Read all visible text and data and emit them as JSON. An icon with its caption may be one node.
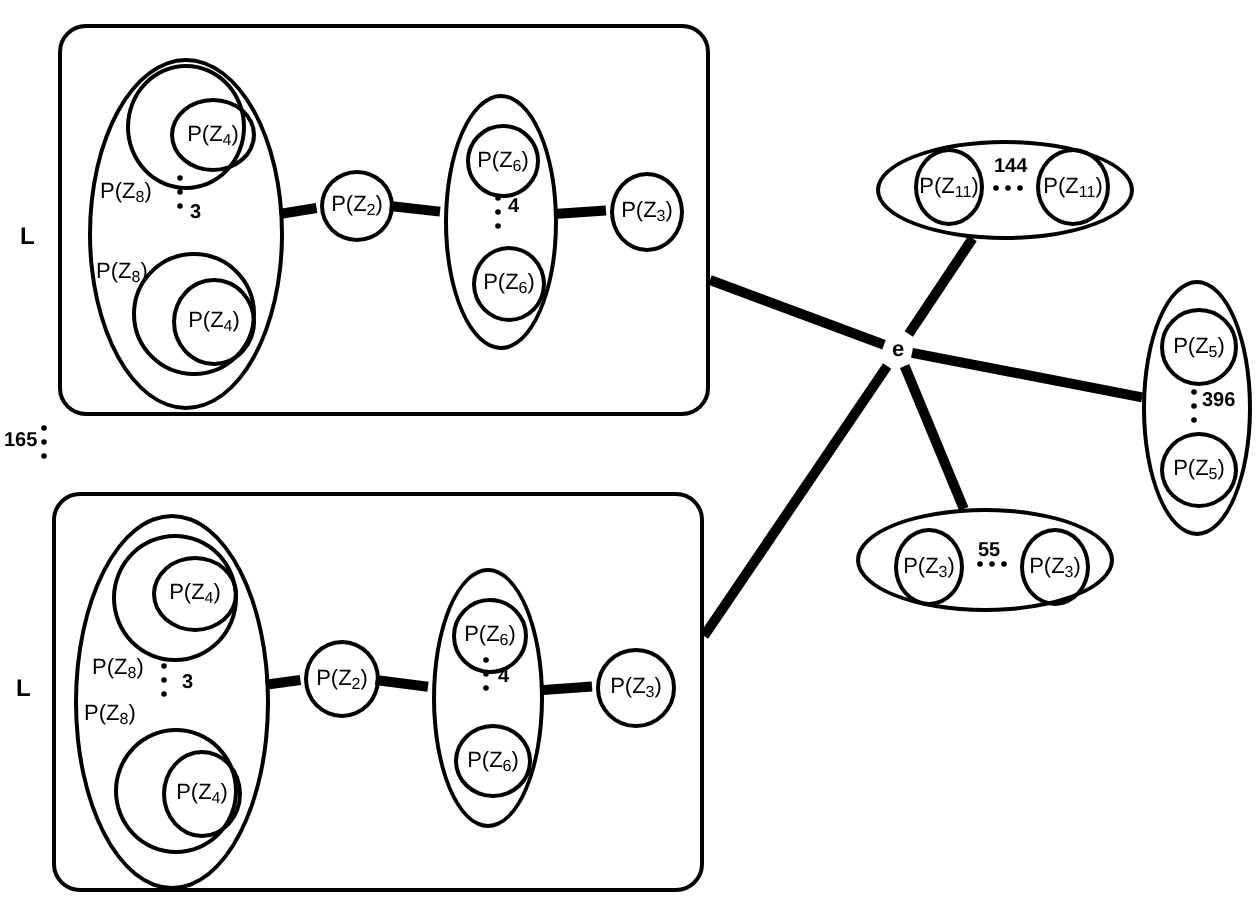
{
  "diagram": {
    "nodes": [
      {
        "text": [
          "L"
        ]
      },
      {
        "text": [],
        "shape": "ellipse",
        "in": 0
      },
      {
        "text": [
          "P(Z$_{8}$)"
        ],
        "in": 1
      },
      {
        "text": [
          "P(Z$_{4}$)"
        ],
        "in": 2
      },
      {
        "text": [
          "P(Z$_{8}$)"
        ],
        "in": 1
      },
      {
        "text": [
          "P(Z$_{4}$)"
        ],
        "in": 4
      },
      {
        "text": [
          "P(Z$_{2}$)"
        ],
        "in": 0
      },
      {
        "text": [],
        "shape": "ellipse",
        "in": 0
      },
      {
        "text": [
          "P(Z$_{6}$)"
        ],
        "in": 7
      },
      {
        "text": [
          "P(Z$_{6}$)"
        ],
        "in": 7
      },
      {
        "text": [
          "P(Z$_{3}$)"
        ],
        "in": 0
      },
      {
        "text": [
          "L"
        ]
      },
      {
        "text": [],
        "shape": "ellipse",
        "in": 11
      },
      {
        "text": [
          "P(Z$_{8}$)"
        ],
        "in": 12
      },
      {
        "text": [
          "P(Z$_{4}$)"
        ],
        "in": 13
      },
      {
        "text": [
          "P(Z$_{8}$)"
        ],
        "in": 12
      },
      {
        "text": [
          "P(Z$_{4}$)"
        ],
        "in": 15
      },
      {
        "text": [
          "P(Z$_{2}$)"
        ],
        "in": 11
      },
      {
        "text": [],
        "shape": "ellipse",
        "in": 11
      },
      {
        "text": [
          "P(Z$_{6}$)"
        ],
        "in": 18
      },
      {
        "text": [
          "P(Z$_{6}$)"
        ],
        "in": 18
      },
      {
        "text": [
          "P(Z$_{3}$)"
        ],
        "in": 11
      },
      {
        "text": [],
        "shape": "ellipse"
      },
      {
        "text": [
          "P(Z$_{11}$)"
        ],
        "in": 22
      },
      {
        "text": [
          "P(Z$_{11}$)"
        ],
        "in": 22
      },
      {
        "text": [
          "e"
        ]
      },
      {
        "text": [],
        "shape": "ellipse"
      },
      {
        "text": [
          "P(Z$_{5}$)"
        ],
        "in": 26
      },
      {
        "text": [
          "P(Z$_{5}$)"
        ],
        "in": 26
      },
      {
        "text": [],
        "shape": "ellipse"
      },
      {
        "text": [
          "P(Z$_{3}$)"
        ],
        "in": 29
      },
      {
        "text": [
          "P(Z$_{3}$)"
        ],
        "in": 29
      }
    ],
    "edges": [
      {
        "from": 1,
        "to": 6,
        "arrow": "none"
      },
      {
        "from": 6,
        "to": 7,
        "arrow": "none"
      },
      {
        "from": 7,
        "to": 10,
        "arrow": "none"
      },
      {
        "from": 12,
        "to": 17,
        "arrow": "none"
      },
      {
        "from": 17,
        "to": 18,
        "arrow": "none"
      },
      {
        "from": 18,
        "to": 21,
        "arrow": "none"
      },
      {
        "from": 25,
        "to": 0,
        "arrow": "none"
      },
      {
        "from": 25,
        "to": 11,
        "arrow": "none"
      },
      {
        "from": 25,
        "to": 22,
        "arrow": "none"
      },
      {
        "from": 25,
        "to": 26,
        "arrow": "none"
      },
      {
        "from": 25,
        "to": 29,
        "arrow": "none"
      }
    ],
    "labels": [
      "3",
      "4",
      "165",
      "3",
      "4",
      "144",
      "396",
      "55"
    ]
  }
}
